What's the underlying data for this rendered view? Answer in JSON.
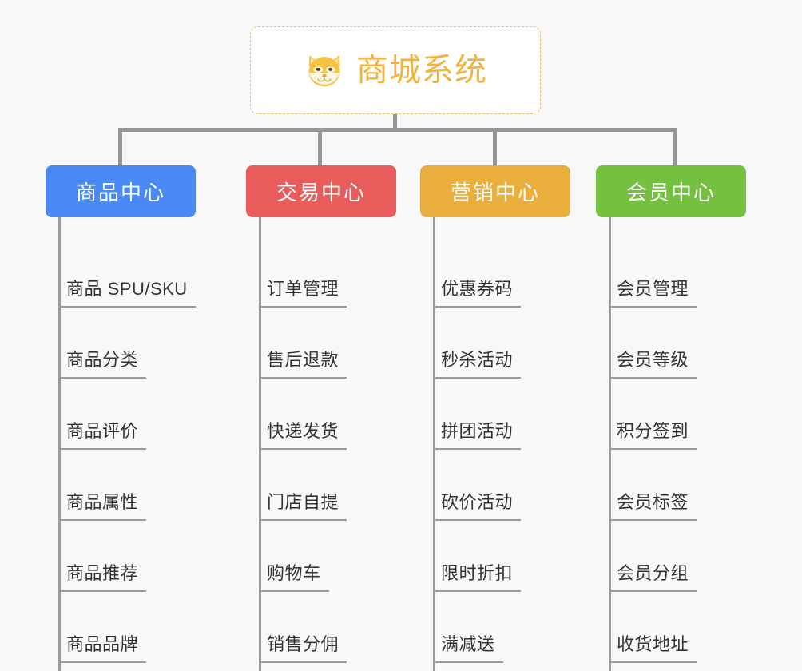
{
  "root": {
    "title": "商城系统",
    "icon": "shiba-inu-dog-face-icon",
    "border_color": "#e8b860",
    "text_color": "#f0b33c",
    "background": "#ffffff"
  },
  "canvas": {
    "background": "#f8f8f8",
    "connector_color": "#969696"
  },
  "categories": [
    {
      "title": "商品中心",
      "color": "#4a8af4",
      "color_name": "blue",
      "items": [
        "商品 SPU/SKU",
        "商品分类",
        "商品评价",
        "商品属性",
        "商品推荐",
        "商品品牌"
      ]
    },
    {
      "title": "交易中心",
      "color": "#e85c5c",
      "color_name": "red",
      "items": [
        "订单管理",
        "售后退款",
        "快递发货",
        "门店自提",
        "购物车",
        "销售分佣"
      ]
    },
    {
      "title": "营销中心",
      "color": "#eaae3d",
      "color_name": "amber",
      "items": [
        "优惠券码",
        "秒杀活动",
        "拼团活动",
        "砍价活动",
        "限时折扣",
        "满减送"
      ]
    },
    {
      "title": "会员中心",
      "color": "#73c13e",
      "color_name": "green",
      "items": [
        "会员管理",
        "会员等级",
        "积分签到",
        "会员标签",
        "会员分组",
        "收货地址"
      ]
    }
  ]
}
